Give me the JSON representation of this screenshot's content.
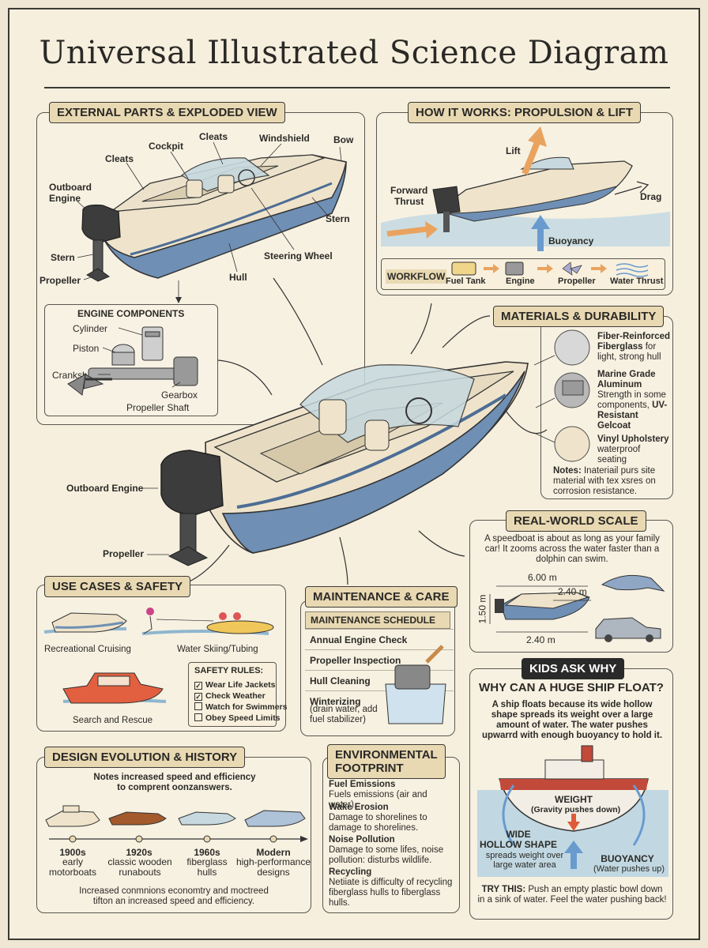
{
  "title": "Universal Illustrated Science Diagram",
  "external": {
    "heading": "EXTERNAL PARTS & EXPLODED VIEW",
    "labels": {
      "cleats_top": "Cleats",
      "cockpit": "Cockpit",
      "cleats_left": "Cleats",
      "windshield": "Windshield",
      "bow": "Bow",
      "outboard": "Outboard\nEngine",
      "stern_right": "Stern",
      "stern_left": "Stern",
      "propeller": "Propeller",
      "steering": "Steering Wheel",
      "hull": "Hull"
    },
    "engine_components": {
      "heading": "ENGINE COMPONENTS",
      "cylinder": "Cylinder",
      "piston": "Piston",
      "crankshaft": "Crankshaft",
      "gearbox": "Gearbox",
      "shaft": "Propeller Shaft"
    }
  },
  "how": {
    "heading": "HOW IT WORKS: PROPULSION & LIFT",
    "lift": "Lift",
    "forward": "Forward\nThrust",
    "drag": "Drag",
    "buoyancy": "Buoyancy",
    "workflow": {
      "label": "WORKFLOW",
      "steps": [
        "Fuel Tank",
        "Engine",
        "Propeller",
        "Water Thrust"
      ]
    }
  },
  "materials": {
    "heading": "MATERIALS & DURABILITY",
    "m1_title": "Fiber-Reinforced Fiberglass",
    "m1_text": "for light, strong hull",
    "m2_title": "Marine Grade Aluminum",
    "m2_text": "Strength in some components,",
    "m3_title": "UV-Resistant Gelcoat",
    "m4_title": "Vinyl Upholstery",
    "m4_text": "waterproof seating",
    "notes_label": "Notes:",
    "notes_text": "Inateriail purs site material with tex xsres on corrosion resistance."
  },
  "center": {
    "outboard": "Outboard Engine",
    "propeller": "Propeller"
  },
  "scale": {
    "heading": "REAL-WORLD SCALE",
    "text": "A speedboat is about as long as your family car! It zooms across the water faster than a dolphin can swim.",
    "len": "6.00 m",
    "width": "2.40 m",
    "height": "1.50 m",
    "car": "2.40 m"
  },
  "use": {
    "heading": "USE CASES & SAFETY",
    "cruise": "Recreational Cruising",
    "ski": "Water Skiing/Tubing",
    "rescue": "Search and Rescue",
    "rules_title": "SAFETY RULES:",
    "rules": [
      "Wear Life Jackets",
      "Check Weather",
      "Watch for Swimmers",
      "Obey Speed Limits"
    ],
    "checked": [
      "✓",
      "✓",
      "",
      ""
    ]
  },
  "maint": {
    "heading": "MAINTENANCE & CARE",
    "sched": "MAINTENANCE SCHEDULE",
    "items": [
      "Annual Engine Check",
      "Propeller Inspection",
      "Hull Cleaning",
      "Winterizing"
    ],
    "winter_note": "(drain water, add fuel stabilizer)"
  },
  "kids": {
    "badge": "KIDS ASK WHY",
    "question": "WHY CAN A HUGE SHIP FLOAT?",
    "answer": "A ship floats because its wide hollow shape spreads its weight over a large amount of water. The water pushes upwarrd with enough buoyancy to hold it.",
    "weight": "WEIGHT",
    "weight_sub": "(Gravity pushes down)",
    "hollow": "WIDE\nHOLLOW SHAPE",
    "hollow_sub": "spreads weight over\nlarge water area",
    "buoy": "BUOYANCY",
    "buoy_sub": "(Water pushes up)",
    "try_label": "TRY THIS:",
    "try_text": "Push an empty plastic bowl down in a sink of water. Feel the water pushing back!"
  },
  "history": {
    "heading": "DESIGN EVOLUTION & HISTORY",
    "note": "Notes increased speed and efficiency\nto comprent oonzanswers.",
    "eras": [
      {
        "year": "1900s",
        "desc": "early\nmotorboats"
      },
      {
        "year": "1920s",
        "desc": "classic wooden\nrunabouts"
      },
      {
        "year": "1960s",
        "desc": "fiberglass\nhulls"
      },
      {
        "year": "Modern",
        "desc": "high-performance\ndesigns"
      }
    ],
    "footer": "Increased conmnions economtry and moctreed\ntifton an increased speed and efficiency."
  },
  "env": {
    "heading": "ENVIRONMENTAL\nFOOTPRINT",
    "items": [
      {
        "title": "Fuel Emissions",
        "text": "Fuels emissions (air and water)."
      },
      {
        "title": "Wake Erosion",
        "text": "Damage to shorelines to damage to shorelines."
      },
      {
        "title": "Noise Pollution",
        "text": "Damage to some lifes, noise pollution: disturbs wildlife."
      },
      {
        "title": "Recycling",
        "text": "Netiiate is difficulty of recycling fiberglass hulls to fiberglass hulls."
      }
    ]
  },
  "colors": {
    "hull_blue": "#6f8fb4",
    "orange_arrow": "#e9a35f",
    "blue_arrow": "#6a9bcf",
    "cream": "#efe4cb"
  }
}
